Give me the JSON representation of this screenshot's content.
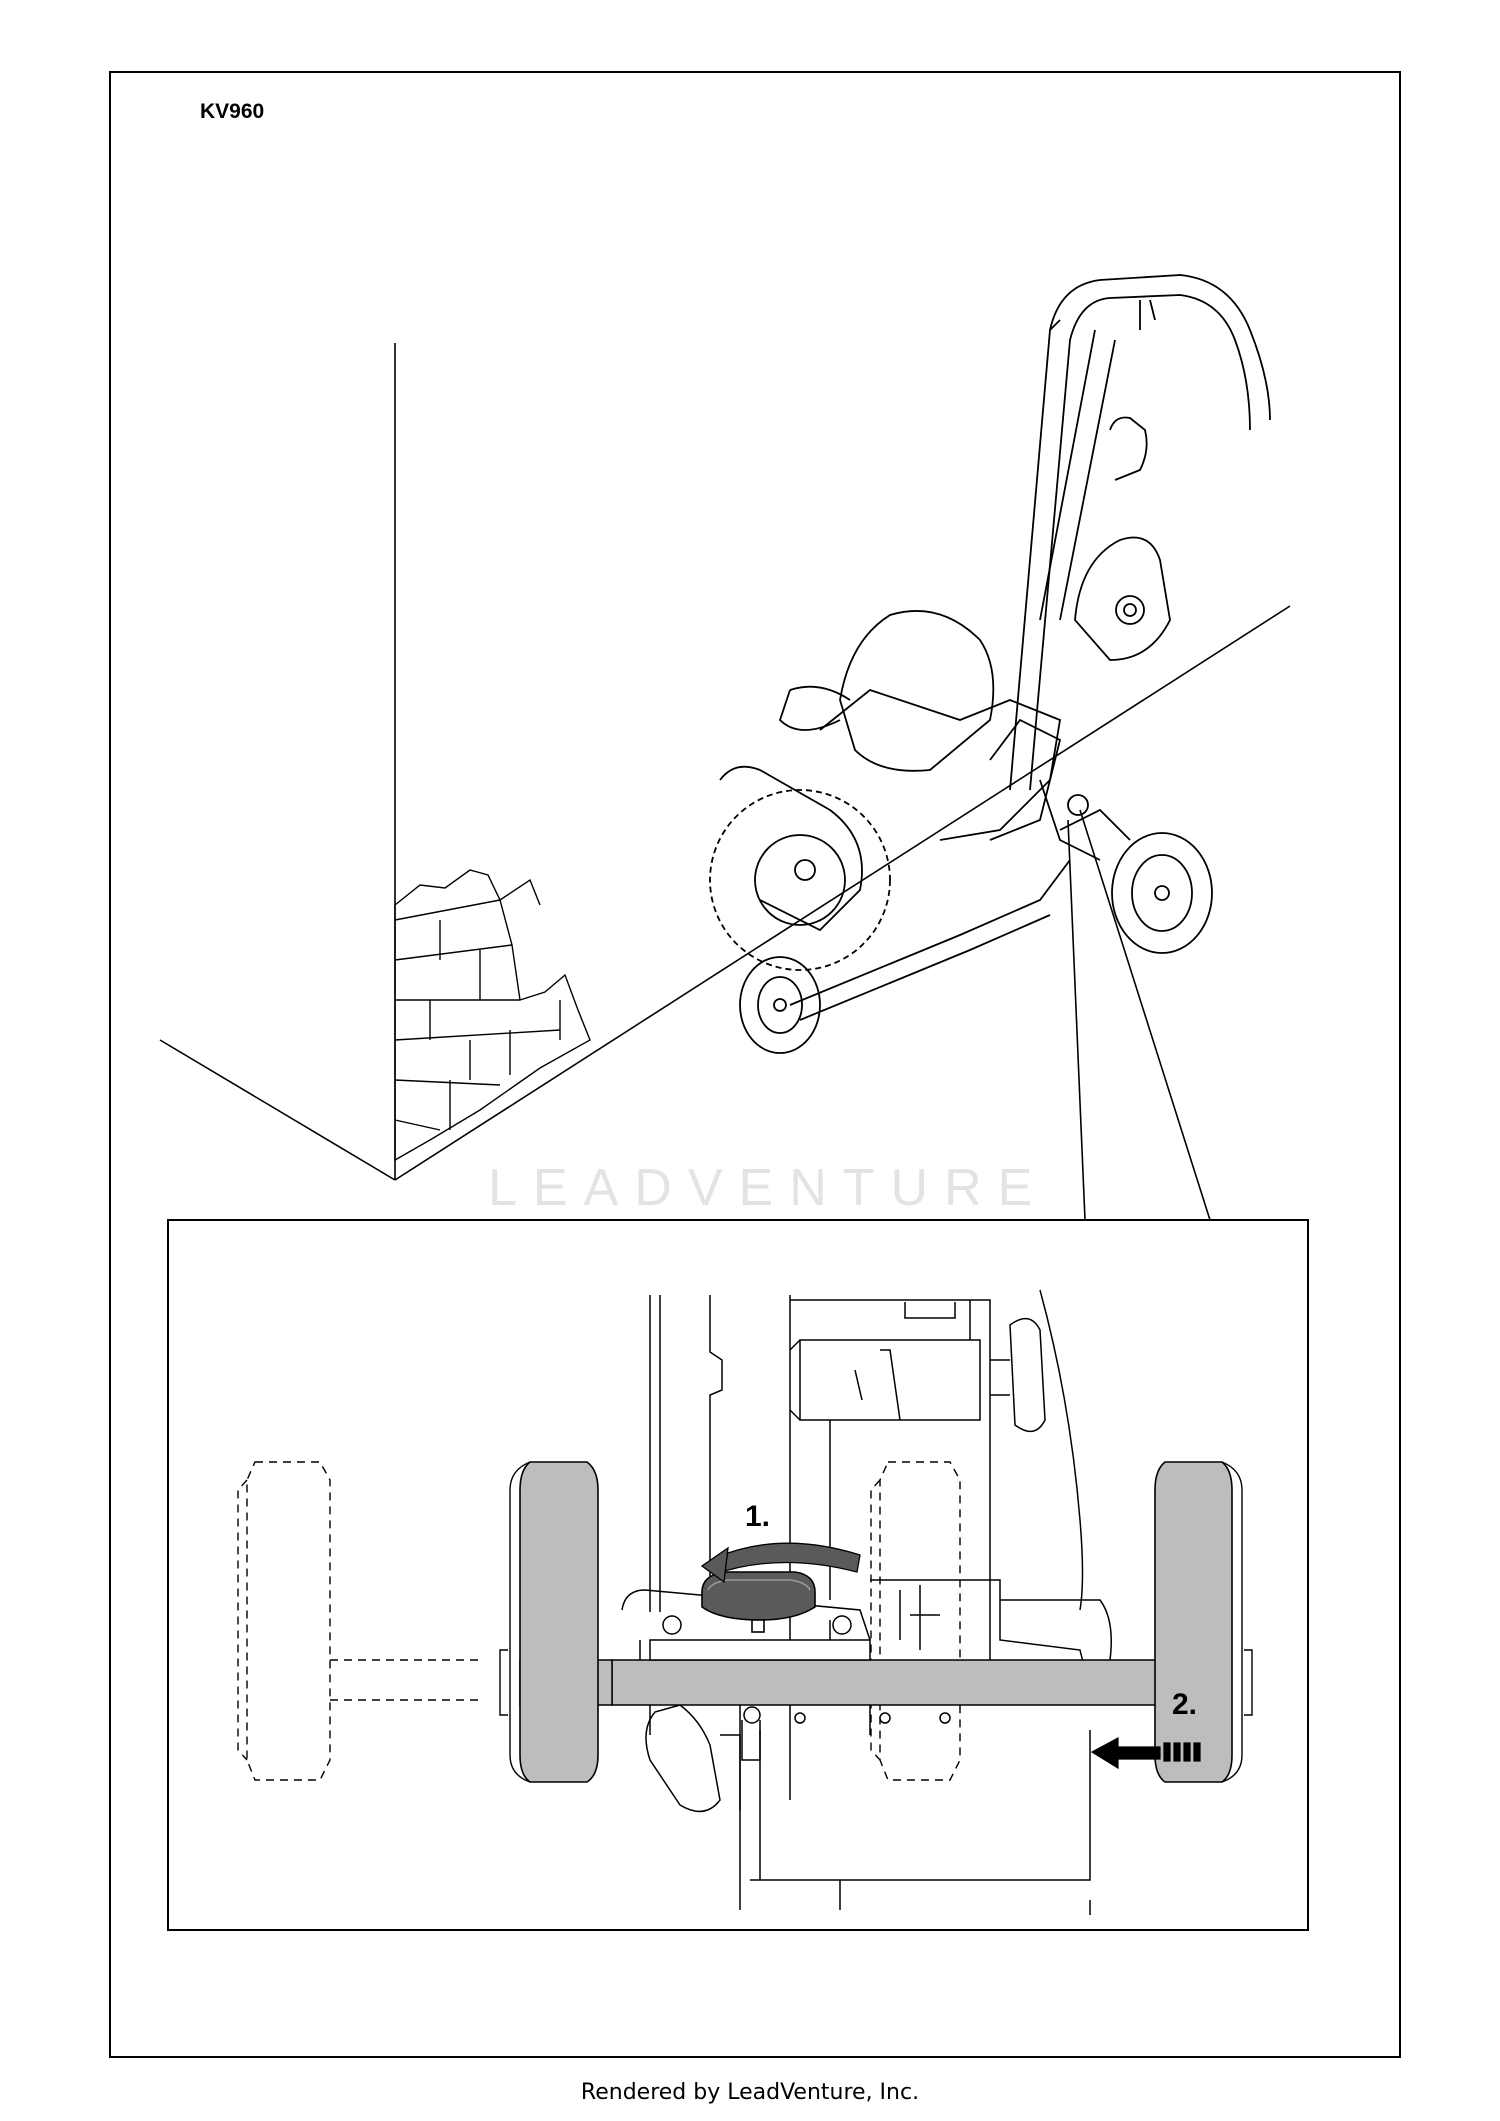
{
  "model": "KV960",
  "watermark": "LEADVENTURE",
  "footer": "Rendered by LeadVenture, Inc.",
  "steps": [
    {
      "label": "1.",
      "description_icon": "curved-arrow-icon"
    },
    {
      "label": "2.",
      "description_icon": "push-arrow-icon"
    }
  ],
  "colors": {
    "line": "#000000",
    "wheel_fill": "#bdbdbd",
    "axle_fill": "#bdbdbd",
    "watermark": "#e3e3e3"
  }
}
